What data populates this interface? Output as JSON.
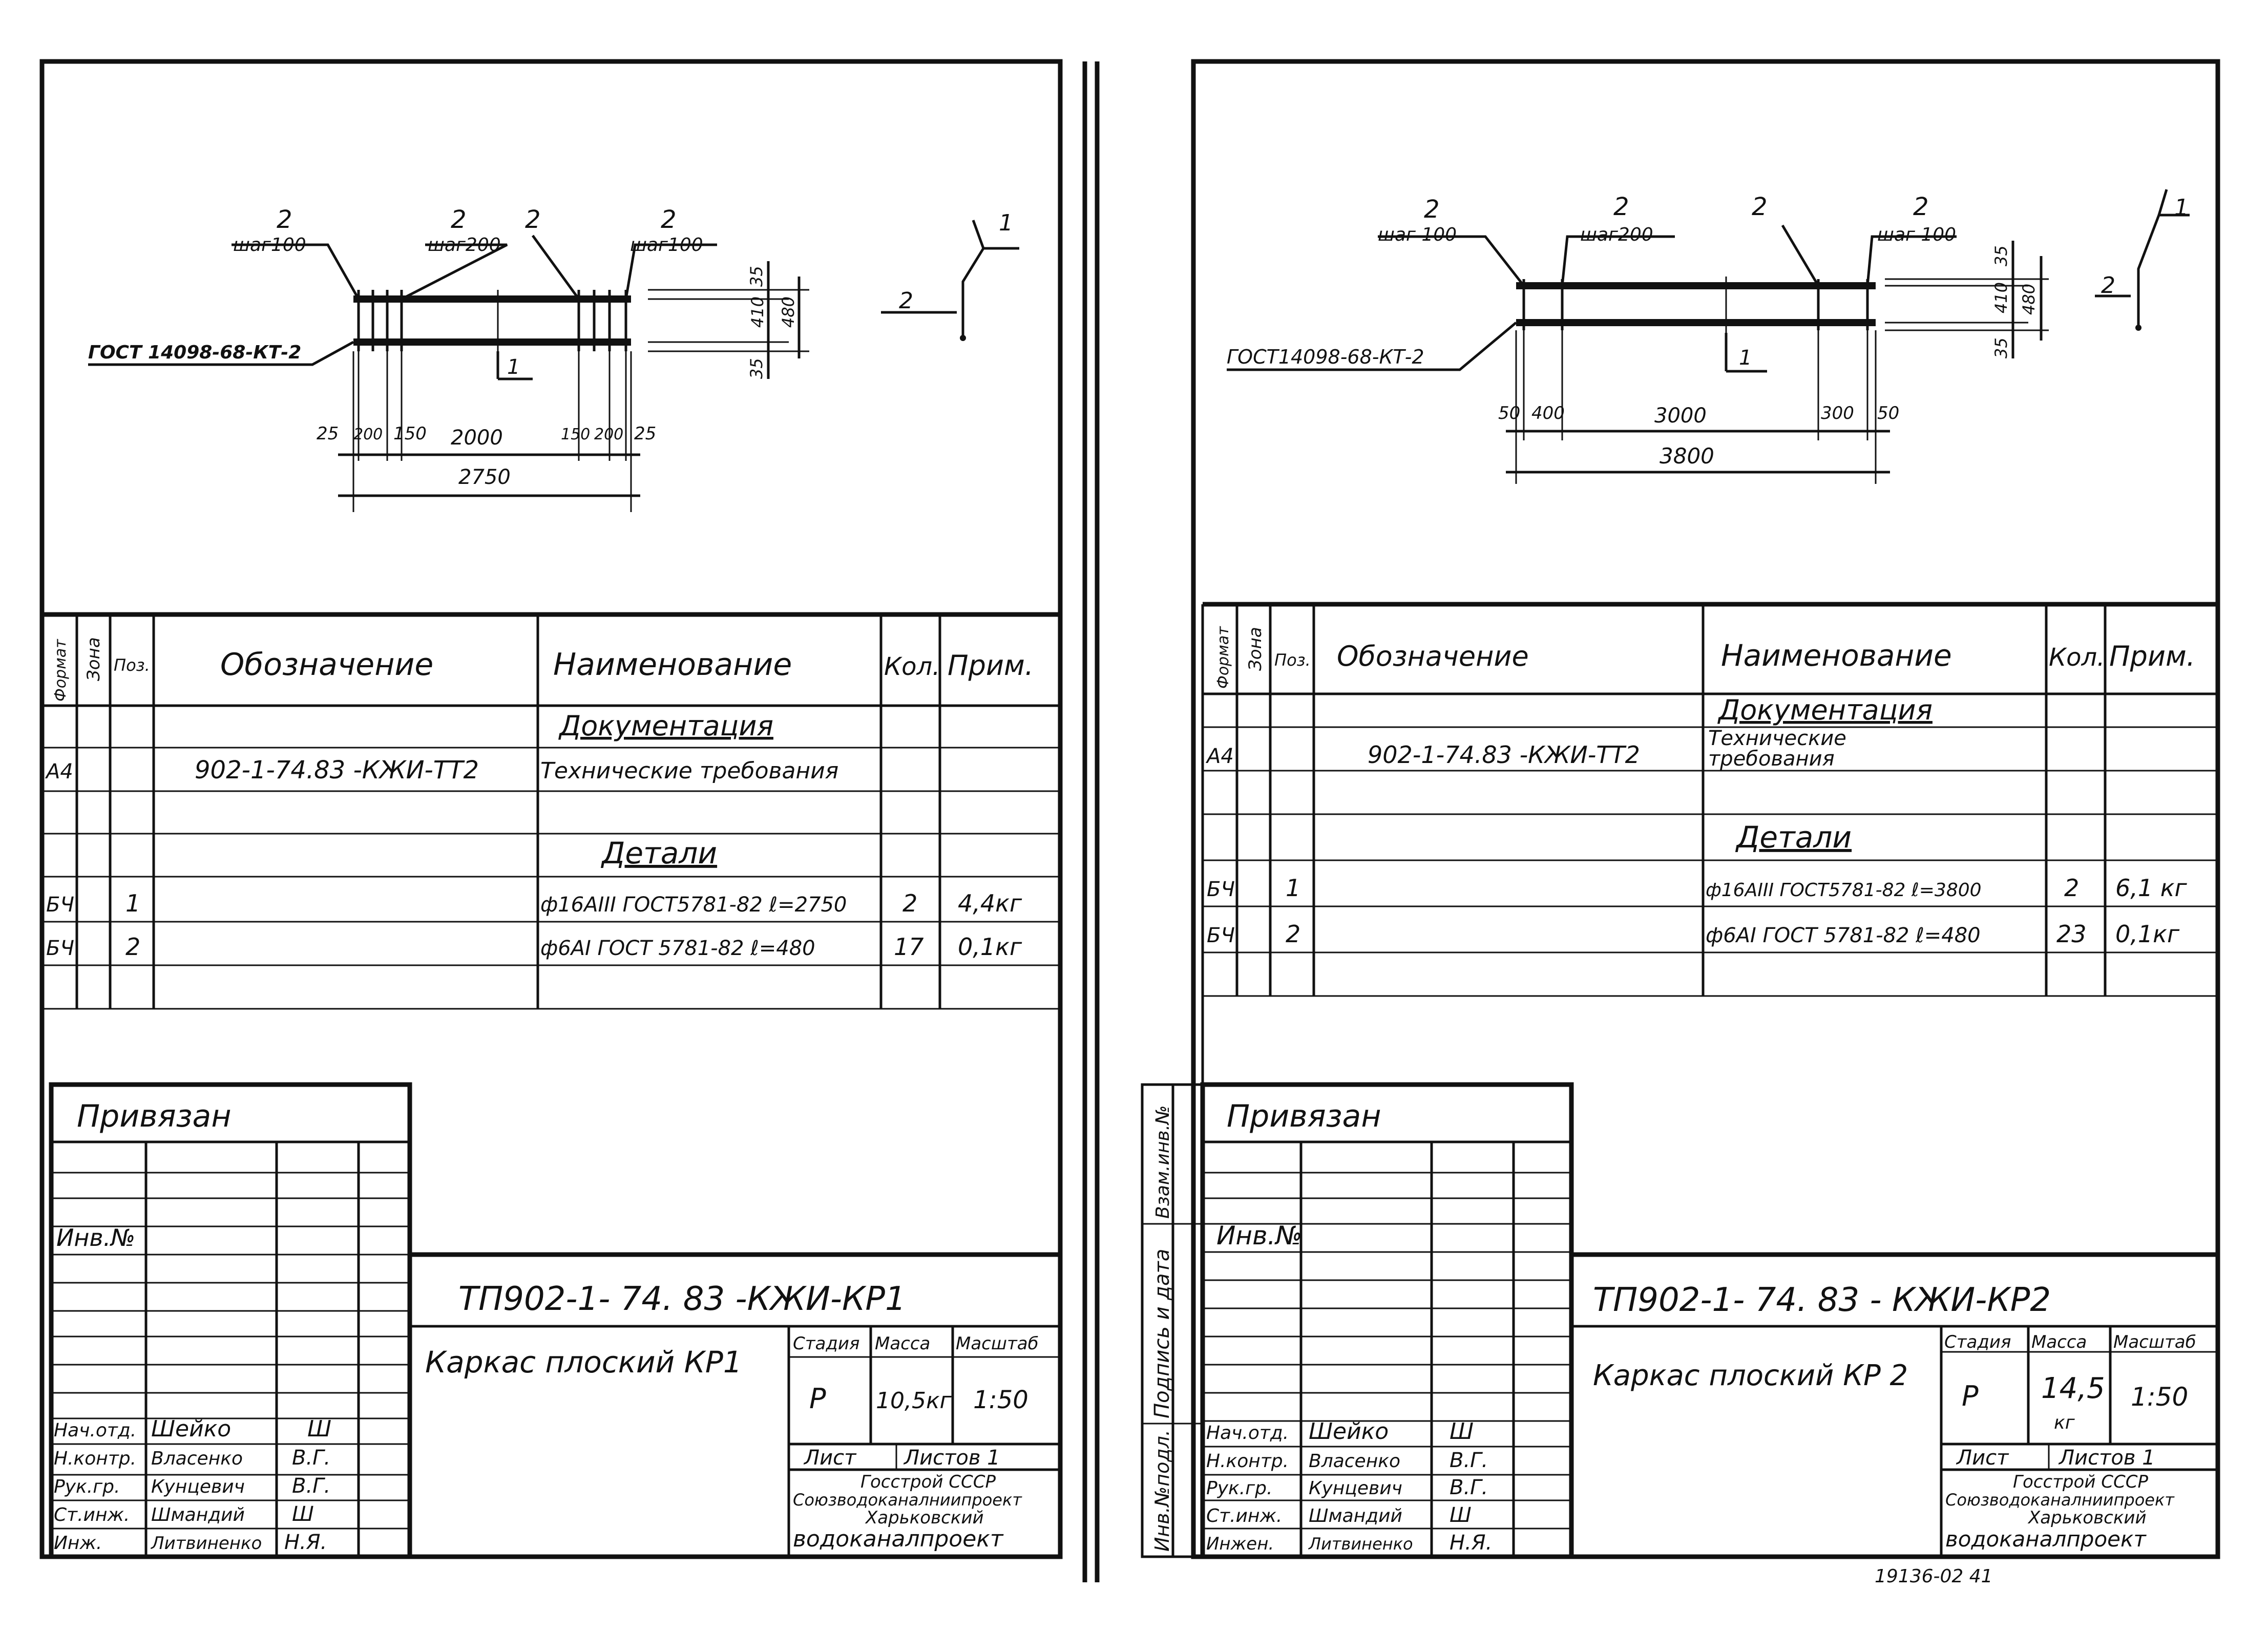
{
  "sheets": [
    {
      "detail": {
        "leaders": [
          {
            "num": "2",
            "note": "шаг100"
          },
          {
            "num": "2",
            "note": "шаг200"
          },
          {
            "num": "2",
            "note": ""
          },
          {
            "num": "2",
            "note": "шаг100"
          }
        ],
        "weld_note": "ГОСТ 14098-68-КТ-2",
        "section_mark": "1",
        "dims_vertical": [
          "35",
          "410",
          "35",
          "480"
        ],
        "dims_horizontal": [
          "25",
          "200",
          "150",
          "2000",
          "150",
          "200",
          "25"
        ],
        "total_length": "2750",
        "section_labels": [
          "1",
          "2"
        ]
      },
      "spec": {
        "headers": {
          "format": "Формат",
          "zone": "Зона",
          "pos": "Поз.",
          "designation": "Обозначение",
          "name": "Наименование",
          "qty": "Кол.",
          "note": "Прим."
        },
        "section_docs": "Документация",
        "doc_row": {
          "format": "А4",
          "designation": "902-1-74.83 -КЖИ-ТТ2",
          "name": "Технические требования"
        },
        "section_parts": "Детали",
        "rows": [
          {
            "format": "БЧ",
            "pos": "1",
            "name": "ф16АIII ГОСТ5781-82 ℓ=2750",
            "qty": "2",
            "note": "4,4кг"
          },
          {
            "format": "БЧ",
            "pos": "2",
            "name": "ф6АI ГОСТ 5781-82 ℓ=480",
            "qty": "17",
            "note": "0,1кг"
          }
        ]
      },
      "stamp": {
        "privyazan": "Привязан",
        "inv": "Инв.№",
        "code": "ТП902-1- 74. 83    -КЖИ-КР1",
        "title": "Каркас плоский КР1",
        "stage_label": "Стадия",
        "mass_label": "Масса",
        "scale_label": "Масштаб",
        "stage": "Р",
        "mass": "10,5кг",
        "scale": "1:50",
        "sheet_label": "Лист",
        "sheets_label": "Листов 1",
        "org1": "Госстрой СССР",
        "org2": "Союзводоканалниипроект",
        "org3": "Харьковский",
        "org4": "водоканалпроект",
        "staff": [
          {
            "role": "Нач.отд.",
            "name": "Шейко",
            "sign": "Ш"
          },
          {
            "role": "Н.контр.",
            "name": "Власенко",
            "sign": "В.Г."
          },
          {
            "role": "Рук.гр.",
            "name": "Кунцевич",
            "sign": "В.Г."
          },
          {
            "role": "Ст.инж.",
            "name": "Шмандий",
            "sign": "Ш"
          },
          {
            "role": "Инж.",
            "name": "Литвиненко",
            "sign": "Н.Я."
          }
        ]
      }
    },
    {
      "detail": {
        "leaders": [
          {
            "num": "2",
            "note": "шаг 100"
          },
          {
            "num": "2",
            "note": "шаг200"
          },
          {
            "num": "2",
            "note": ""
          },
          {
            "num": "2",
            "note": "шаг 100"
          }
        ],
        "weld_note": "ГОСТ14098-68-КТ-2",
        "section_mark": "1",
        "dims_vertical": [
          "35",
          "410",
          "35",
          "480"
        ],
        "dims_horizontal": [
          "50",
          "400",
          "3000",
          "300",
          "50"
        ],
        "total_length": "3800",
        "section_labels": [
          "1",
          "2"
        ]
      },
      "spec": {
        "headers": {
          "format": "Формат",
          "zone": "Зона",
          "pos": "Поз.",
          "designation": "Обозначение",
          "name": "Наименование",
          "qty": "Кол.",
          "note": "Прим."
        },
        "section_docs": "Документация",
        "doc_row": {
          "format": "А4",
          "designation": "902-1-74.83 -КЖИ-ТТ2",
          "name": "Технические",
          "name2": "требования"
        },
        "section_parts": "Детали",
        "rows": [
          {
            "format": "БЧ",
            "pos": "1",
            "name": "ф16АIII ГОСТ5781-82 ℓ=3800",
            "qty": "2",
            "note": "6,1 кг"
          },
          {
            "format": "БЧ",
            "pos": "2",
            "name": "ф6АI ГОСТ 5781-82 ℓ=480",
            "qty": "23",
            "note": "0,1кг"
          }
        ]
      },
      "stamp": {
        "privyazan": "Привязан",
        "inv": "Инв.№",
        "code": "ТП902-1- 74. 83 -    КЖИ-КР2",
        "title": "Каркас плоский КР 2",
        "stage_label": "Стадия",
        "mass_label": "Масса",
        "scale_label": "Масштаб",
        "stage": "Р",
        "mass": "14,5",
        "mass_unit": "кг",
        "scale": "1:50",
        "sheet_label": "Лист",
        "sheets_label": "Листов 1",
        "org1": "Госстрой СССР",
        "org2": "Союзводоканалниипроект",
        "org3": "Харьковский",
        "org4": "водоканалпроект",
        "staff": [
          {
            "role": "Нач.отд.",
            "name": "Шейко",
            "sign": "Ш"
          },
          {
            "role": "Н.контр.",
            "name": "Власенко",
            "sign": "В.Г."
          },
          {
            "role": "Рук.гр.",
            "name": "Кунцевич",
            "sign": "В.Г."
          },
          {
            "role": "Ст.инж.",
            "name": "Шмандий",
            "sign": "Ш"
          },
          {
            "role": "Инжен.",
            "name": "Литвиненко",
            "sign": "Н.Я."
          }
        ]
      },
      "side_stamp": [
        "Взам.инв.№",
        "Подпись и дата",
        "Инв.№подл."
      ],
      "footer": "19136-02    41"
    }
  ]
}
